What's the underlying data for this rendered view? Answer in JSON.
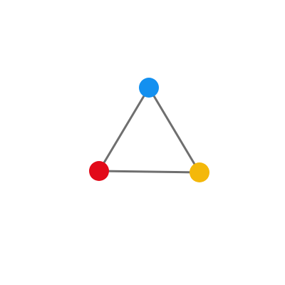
{
  "graph": {
    "nodes": [
      {
        "id": "top",
        "color": "#1390F0"
      },
      {
        "id": "left",
        "color": "#E20A19"
      },
      {
        "id": "right",
        "color": "#F4B80A"
      }
    ],
    "edges": [
      {
        "from": "top",
        "to": "left"
      },
      {
        "from": "top",
        "to": "right"
      },
      {
        "from": "left",
        "to": "right"
      }
    ],
    "edge_color": "#6F6F6F"
  }
}
